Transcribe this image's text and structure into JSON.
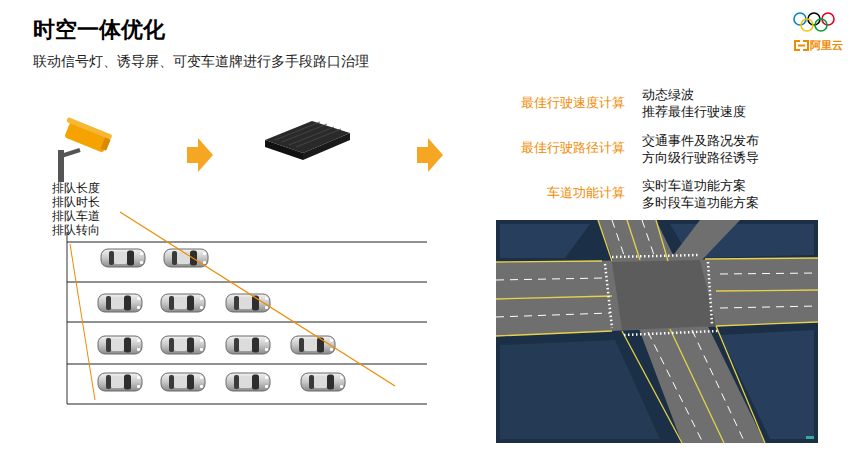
{
  "diagram": {
    "title": "时空一体优化",
    "labels": [
      "联动信号灯、诱导屏、可变车道牌进行多手段路口治理",
      "排队长度",
      "排队时长",
      "排队车道",
      "排队转向",
      "最佳行驶速度计算",
      "动态绿波",
      "推荐最佳行驶速度",
      "最佳行驶路径计算",
      "交通事件及路况发布",
      "方向级行驶路径诱导",
      "车道功能计算",
      "实时车道功能方案",
      "多时段车道功能方案",
      "阿里云"
    ]
  }
}
